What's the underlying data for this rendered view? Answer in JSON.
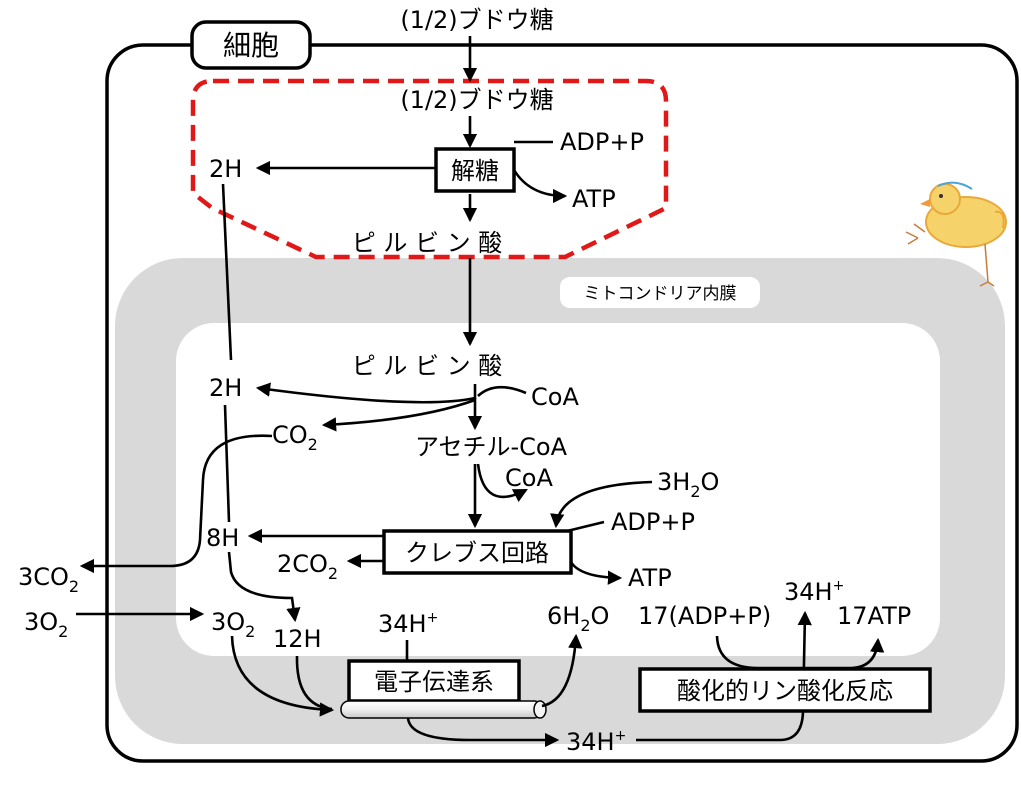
{
  "labels": {
    "cell": "細胞",
    "glucose_outer": "(1/2)ブドウ糖",
    "glucose_inner": "(1/2)ブドウ糖",
    "glycolysis": "解糖",
    "adp_p_glycolysis": "ADP+P",
    "atp_glycolysis": "ATP",
    "h2_glycolysis": "2H",
    "pyruvate_cyto": "ピ ル ビ ン 酸",
    "membrane": "ミトコンドリア内膜",
    "pyruvate_mito": "ピ ル ビ ン 酸",
    "h2_mito": "2H",
    "coa_in": "CoA",
    "co2_pdh": "CO",
    "co2_pdh_sub": "2",
    "acetyl_coa": "アセチル-CoA",
    "coa_out": "CoA",
    "h2o3_coef": "3H",
    "h2o3_sub": "2",
    "h2o3_o": "O",
    "adp_p_krebs": "ADP+P",
    "h8": "8H",
    "krebs": "クレブス回路",
    "co2_2_main": "2CO",
    "co2_2_sub": "2",
    "atp_krebs": "ATP",
    "co2_3_main": "3CO",
    "co2_3_sub": "2",
    "o2_3_out_main": "3O",
    "o2_3_out_sub": "2",
    "o2_3_in_main": "3O",
    "o2_3_in_sub": "2",
    "h12": "12H",
    "h34_etc": "34H",
    "h34_etc_sup": "+",
    "h2o6_main": "6H",
    "h2o6_sub": "2",
    "h2o6_o": "O",
    "adp_p_17": "17(ADP+P)",
    "h34_top": "34H",
    "h34_top_sup": "+",
    "atp17": "17ATP",
    "etc": "電子伝達系",
    "oxphos": "酸化的リン酸化反応",
    "h34_bottom": "34H",
    "h34_bottom_sup": "+"
  },
  "colors": {
    "dashed_region": "#e01818",
    "membrane_band": "#d9d9d9",
    "matrix": "#ffffff",
    "ink": "#000000"
  },
  "decorations": {
    "mascot": "chick-illustration"
  }
}
